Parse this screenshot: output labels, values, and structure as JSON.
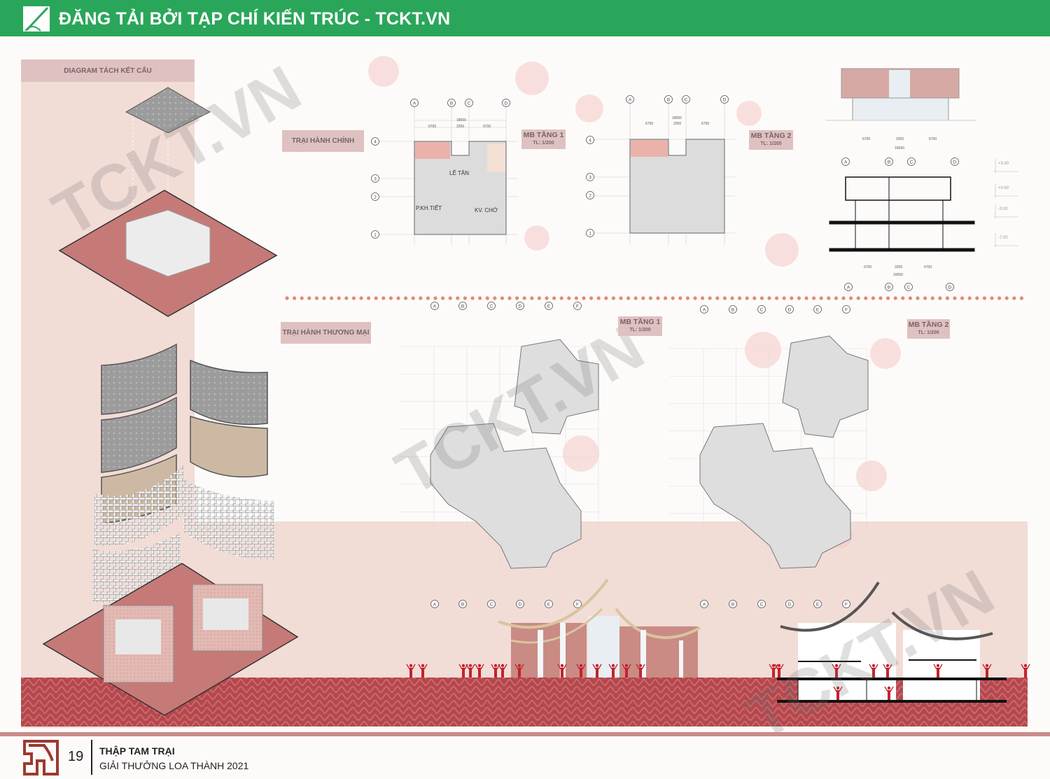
{
  "header": {
    "title": "ĐĂNG TẢI BỞI TẠP CHÍ KIẾN TRÚC - TCKT.VN"
  },
  "watermark": "TCKT.VN",
  "diagram": {
    "title": "DIAGRAM TÁCH KẾT CẤU"
  },
  "admin": {
    "section_label": "TRẠI HÀNH CHÍNH",
    "floor1": {
      "title": "MB TẦNG 1",
      "scale": "TL: 1/200",
      "rooms": [
        "LỄ TÂN",
        "P.KH.TIẾT",
        "KV. CHỜ"
      ]
    },
    "floor2": {
      "title": "MB TẦNG 2",
      "scale": "TL: 1/200"
    },
    "dims": {
      "a": "6700",
      "b": "3250",
      "c": "6700",
      "total_plan": "18650",
      "total_section": "16650"
    },
    "axes_cols": [
      "A",
      "B",
      "C",
      "D"
    ],
    "axes_rows": [
      "4",
      "3",
      "2",
      "1"
    ],
    "levels": [
      "+3.40",
      "+0.60",
      "-3.00",
      "-7.00"
    ]
  },
  "commercial": {
    "section_label": "TRẠI HÀNH THƯƠNG MẠI",
    "floor1": {
      "title": "MB TẦNG 1",
      "scale": "TL: 1/200"
    },
    "floor2": {
      "title": "MB TẦNG 2",
      "scale": "TL: 1/200"
    },
    "axes_cols": [
      "A",
      "B",
      "C",
      "D",
      "E",
      "F"
    ]
  },
  "footer": {
    "page": "19",
    "title": "THẬP TAM TRẠI",
    "subtitle": "GIẢI THƯỞNG LOA THÀNH 2021"
  },
  "colors": {
    "header": "#2aa65a",
    "pink_panel": "#f2dcd6",
    "tag": "#dfc1c1",
    "brick": "#b5474d",
    "logo": "#9b3a30"
  }
}
